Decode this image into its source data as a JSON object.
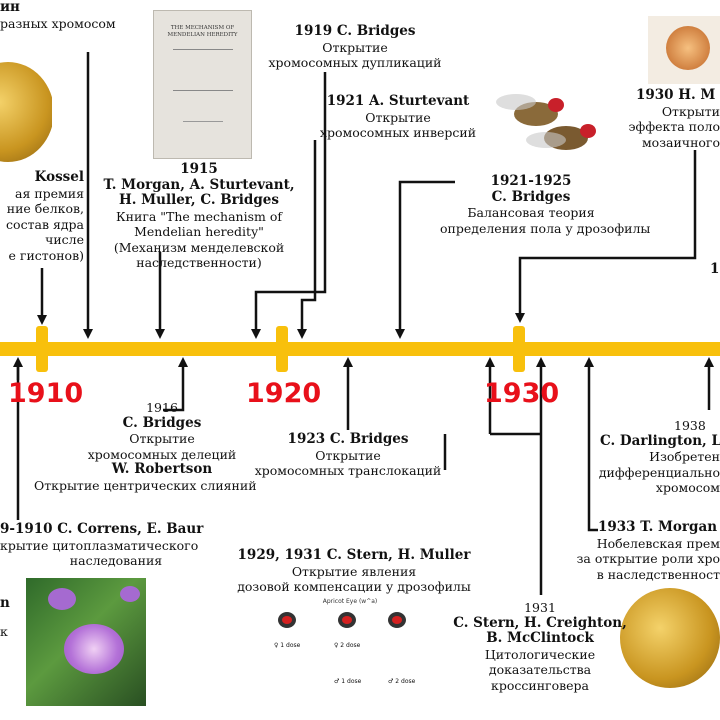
{
  "colors": {
    "timeline": "#f8c00c",
    "decade": "#e8101a",
    "arrow": "#111111"
  },
  "decades": [
    "1910",
    "1920",
    "1930"
  ],
  "events": {
    "top_left_fragment": {
      "line1": "ин",
      "line2": "разных хромосом"
    },
    "kossel": {
      "name": "Kossel",
      "lines": [
        "ая премия",
        "ние белков,",
        "состав ядра",
        "числе",
        "е гистонов)"
      ]
    },
    "e1915": {
      "year": "1915",
      "authors1": "T. Morgan, A. Sturtevant,",
      "authors2": "H. Muller, C. Bridges",
      "l1": "Книга \"The mechanism of",
      "l2": "Mendelian heredity\"",
      "l3": "(Механизм менделевской",
      "l4": "наследственности)"
    },
    "book": {
      "title1": "THE MECHANISM OF",
      "title2": "MENDELIAN HEREDITY"
    },
    "e1919": {
      "head": "1919 C. Bridges",
      "l1": "Открытие",
      "l2": "хромосомных дупликаций"
    },
    "e1921": {
      "head": "1921 A. Sturtevant",
      "l1": "Открытие",
      "l2": "хромосомных инверсий"
    },
    "e1921_1925": {
      "head1": "1921-1925",
      "head2": "C. Bridges",
      "l1": "Балансовая теория",
      "l2": "определения пола у дрозофилы"
    },
    "e1930": {
      "head": "1930 H. M",
      "l1": "Открыти",
      "l2": "эффекта поло",
      "l3": "мозаичного"
    },
    "right_fragment_1": "1",
    "e1916": {
      "year": "1916",
      "head": "C. Bridges",
      "l1": "Открытие",
      "l2": "хромосомных делеций",
      "head2": "W. Robertson",
      "l3": "Открытие центрических слияний"
    },
    "e1923": {
      "head": "1923 C. Bridges",
      "l1": "Открытие",
      "l2": "хромосомных транслокаций"
    },
    "e1938": {
      "year": "1938",
      "head": "C. Darlington, L.",
      "l1": "Изобретен",
      "l2": "дифференциально",
      "l3": "хромосом"
    },
    "e1909": {
      "head": "9-1910 C. Correns, E. Baur",
      "l1": "крытие цитоплазматического",
      "l2": "наследования"
    },
    "left_fragment": {
      "l1": "n",
      "l2": "к"
    },
    "e1929": {
      "head": "1929, 1931 C. Stern, H. Muller",
      "l1": "Открытие явления",
      "l2": "дозовой компенсации у дрозофилы"
    },
    "eye_fig": {
      "title": "Apricot Eye (w^a)",
      "c1": "♀ 1 dose",
      "c2": "♀ 2 dose",
      "c3": "♂ 1 dose",
      "c4": "♂ 2 dose"
    },
    "e1933": {
      "head": "1933 T. Morgan",
      "l1": "Нобелевская прем",
      "l2": "за открытие роли хро",
      "l3": "в наследственност"
    },
    "e1931": {
      "year": "1931",
      "head1": "C. Stern, H. Creighton,",
      "head2": "B. McClintock",
      "l1": "Цитологические",
      "l2": "доказательства",
      "l3": "кроссинговера"
    }
  }
}
